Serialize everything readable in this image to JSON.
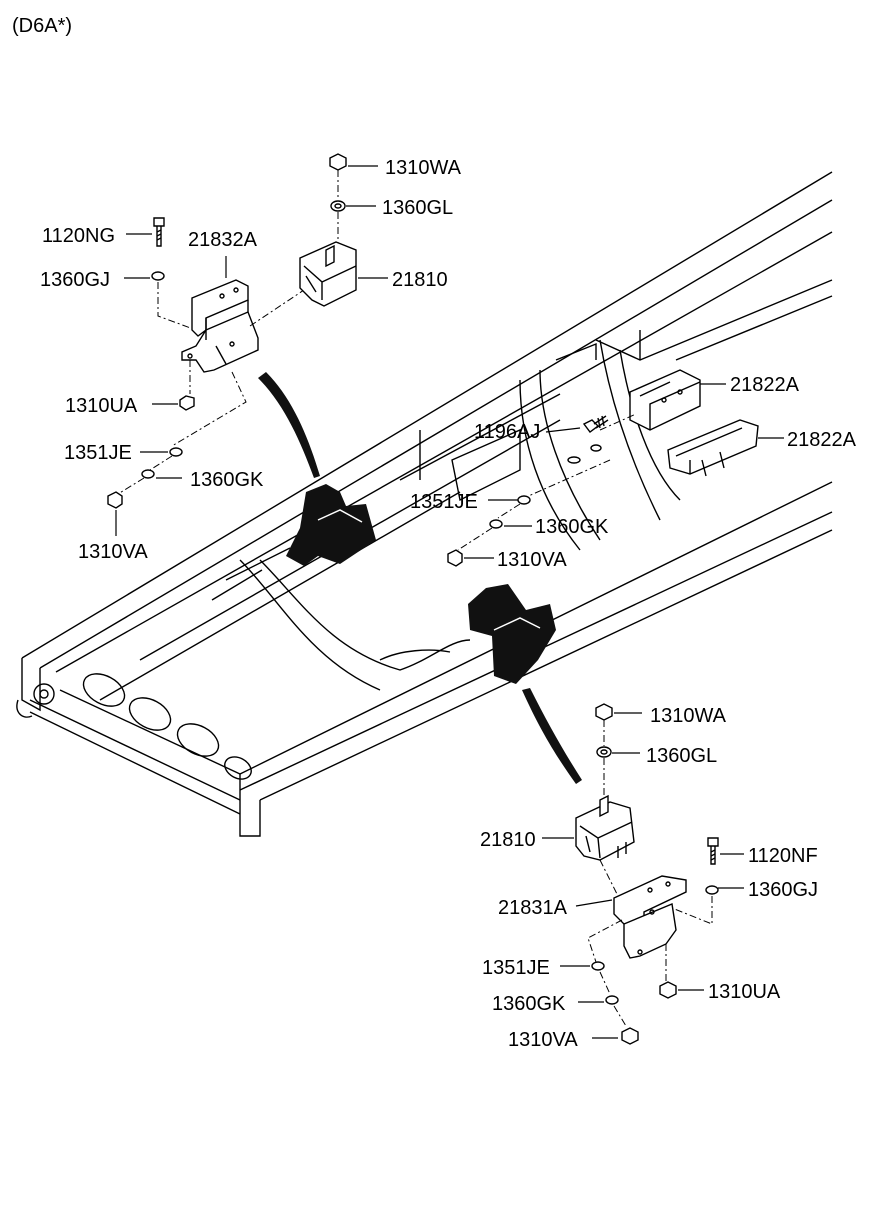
{
  "model_code": "(D6A*)",
  "labels": {
    "u_1310WA": "1310WA",
    "u_1360GL": "1360GL",
    "u_1120NG": "1120NG",
    "u_21832A": "21832A",
    "u_21810": "21810",
    "u_1360GJ": "1360GJ",
    "u_1310UA": "1310UA",
    "u_1351JE": "1351JE",
    "u_1360GK": "1360GK",
    "u_1310VA": "1310VA",
    "m_21822A_a": "21822A",
    "m_21822A_b": "21822A",
    "m_1196AJ": "1196AJ",
    "m_1351JE": "1351JE",
    "m_1360GK": "1360GK",
    "m_1310VA": "1310VA",
    "l_1310WA": "1310WA",
    "l_1360GL": "1360GL",
    "l_21810": "21810",
    "l_1120NF": "1120NF",
    "l_1360GJ": "1360GJ",
    "l_21831A": "21831A",
    "l_1351JE": "1351JE",
    "l_1310UA": "1310UA",
    "l_1360GK": "1360GK",
    "l_1310VA": "1310VA"
  }
}
